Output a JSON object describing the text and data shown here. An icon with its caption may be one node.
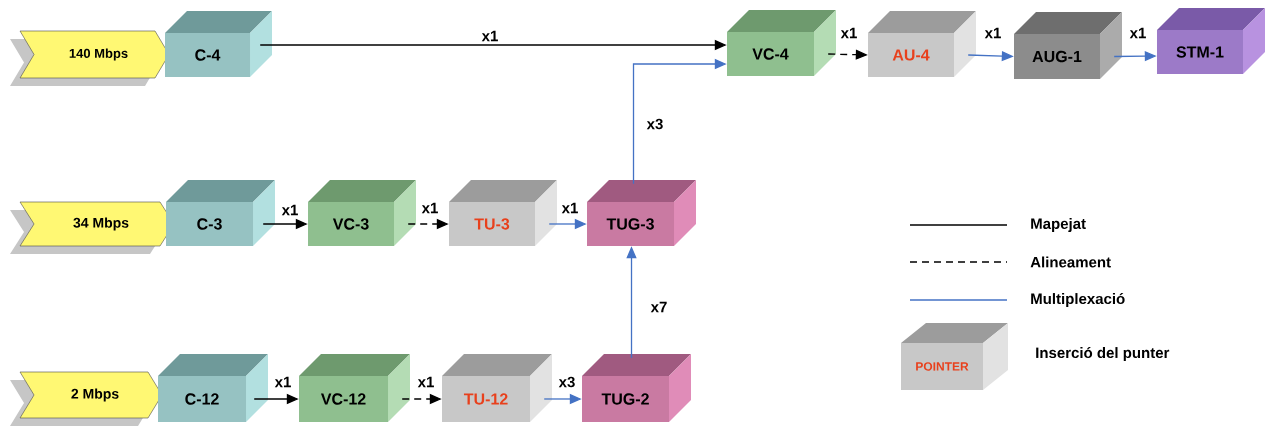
{
  "diagram": {
    "nodes": [
      {
        "text": [
          "140 Mbps"
        ]
      },
      {
        "text": [
          "C-4"
        ]
      },
      {
        "text": [
          "VC-4"
        ]
      },
      {
        "text": [
          "AU-4"
        ]
      },
      {
        "text": [
          "AUG-1"
        ]
      },
      {
        "text": [
          "STM-1"
        ]
      },
      {
        "text": [
          "34 Mbps"
        ]
      },
      {
        "text": [
          "C-3"
        ]
      },
      {
        "text": [
          "VC-3"
        ]
      },
      {
        "text": [
          "TU-3"
        ]
      },
      {
        "text": [
          "TUG-3"
        ]
      },
      {
        "text": [
          "2 Mbps"
        ]
      },
      {
        "text": [
          "C-12"
        ]
      },
      {
        "text": [
          "VC-12"
        ]
      },
      {
        "text": [
          "TU-12"
        ]
      },
      {
        "text": [
          "TUG-2"
        ]
      },
      {
        "text": [
          "POINTER"
        ]
      }
    ],
    "edges": [
      {
        "from": 1,
        "to": 2,
        "arrow": "to",
        "label": "x1",
        "color": "#000000"
      },
      {
        "from": 2,
        "to": 3,
        "arrow": "to",
        "label": "x1",
        "style": "dashed",
        "color": "#000000"
      },
      {
        "from": 3,
        "to": 4,
        "arrow": "to",
        "label": "x1",
        "color": "#4472c4"
      },
      {
        "from": 4,
        "to": 5,
        "arrow": "to",
        "label": "x1",
        "color": "#4472c4"
      },
      {
        "from": 7,
        "to": 8,
        "arrow": "to",
        "label": "x1",
        "color": "#000000"
      },
      {
        "from": 8,
        "to": 9,
        "arrow": "to",
        "label": "x1",
        "style": "dashed",
        "color": "#000000"
      },
      {
        "from": 9,
        "to": 10,
        "arrow": "to",
        "label": "x1",
        "color": "#4472c4"
      },
      {
        "from": 10,
        "to": 2,
        "arrow": "to",
        "label": "x3",
        "color": "#4472c4"
      },
      {
        "from": 12,
        "to": 13,
        "arrow": "to",
        "label": "x1",
        "color": "#000000"
      },
      {
        "from": 13,
        "to": 14,
        "arrow": "to",
        "label": "x1",
        "style": "dashed",
        "color": "#000000"
      },
      {
        "from": 14,
        "to": 15,
        "arrow": "to",
        "label": "x3",
        "color": "#4472c4"
      },
      {
        "from": 15,
        "to": 10,
        "arrow": "to",
        "label": "x7",
        "color": "#4472c4"
      }
    ],
    "legend": [
      {
        "text": "Mapejat"
      },
      {
        "text": "Alineament"
      },
      {
        "text": "Multiplexació"
      },
      {
        "text": "Inserció del punter"
      }
    ]
  }
}
